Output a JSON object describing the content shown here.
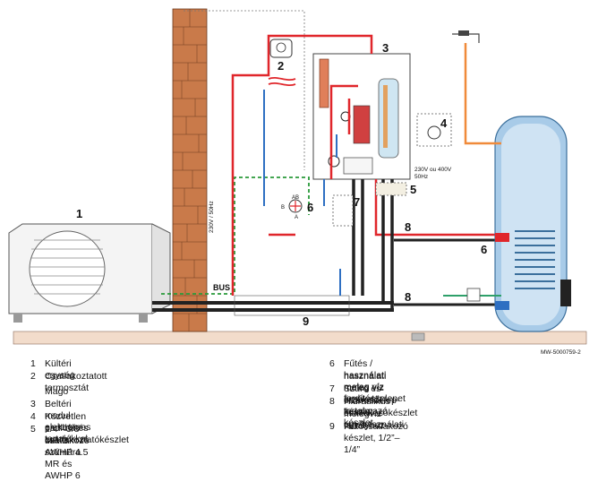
{
  "diagram": {
    "callouts": [
      "1",
      "2",
      "3",
      "4",
      "5",
      "6",
      "6",
      "7",
      "8",
      "8",
      "9"
    ],
    "bus_label": "BUS",
    "power_label_indoor": "230V / 50Hz",
    "power_label_module_line1": "230V ou 400V",
    "power_label_module_line2": "50Hz",
    "ref_code": "MW-5000759-2",
    "valve_letters": [
      "AB",
      "B",
      "A"
    ]
  },
  "legend": {
    "left": [
      {
        "num": "1",
        "text": "Kültéri egység"
      },
      {
        "num": "2",
        "text": "Csatlakoztatott termosztát"
      },
      {
        "num": "",
        "text": "Mago"
      },
      {
        "num": "3",
        "text": "Beltéri modul elektromos tartalékkal"
      },
      {
        "num": "4",
        "text": "Közvetlen padlófűtés csatlakoztatókészlet"
      },
      {
        "num": "5",
        "text": "1/4”–3/8” csatlakozó AWHP 4.5 MR és AWHP 6"
      },
      {
        "num": "",
        "text": "MR-3 számára"
      }
    ],
    "right": [
      {
        "num": "6",
        "text": "Fűtés / használati meleg víz fordítószelepet +"
      },
      {
        "num": "",
        "text": "használati meleg víz érzékelőt tartalmazó készlet"
      },
      {
        "num": "7",
        "text": "Szűrő és elzárószelep-készlet"
      },
      {
        "num": "8",
        "text": "Hidraulikus csatlakozókészlet egy használati"
      },
      {
        "num": "",
        "text": "melegvíz-tartályhoz"
      },
      {
        "num": "9",
        "text": "Hűtőcsatlakozó készlet, 1/2”–1/4”"
      }
    ]
  }
}
